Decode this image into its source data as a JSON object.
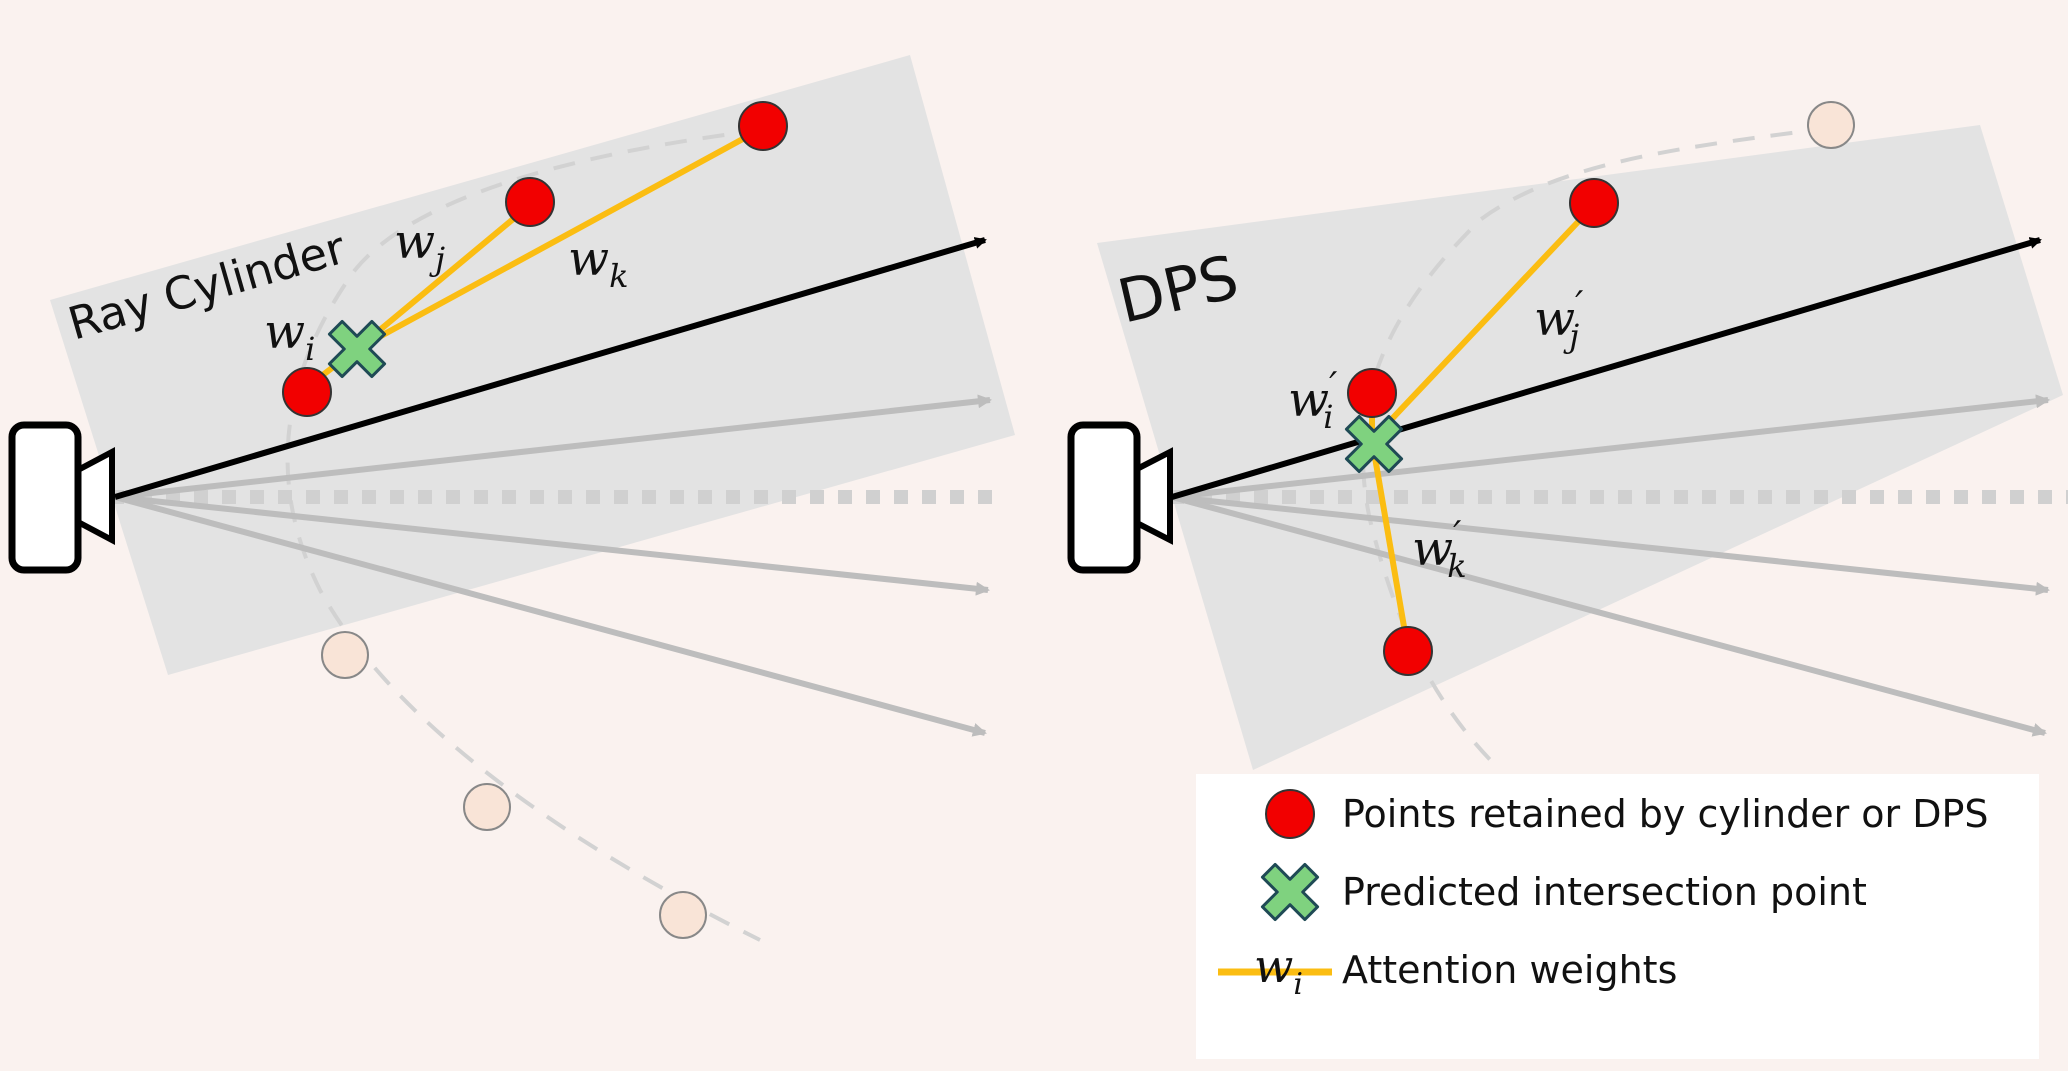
{
  "left_panel": {
    "label": "Ray Cylinder",
    "weights": [
      {
        "base": "w",
        "sub": "i",
        "prime": ""
      },
      {
        "base": "w",
        "sub": "j",
        "prime": ""
      },
      {
        "base": "w",
        "sub": "k",
        "prime": ""
      }
    ]
  },
  "right_panel": {
    "label": "DPS",
    "weights": [
      {
        "base": "w",
        "sub": "i",
        "prime": "′"
      },
      {
        "base": "w",
        "sub": "j",
        "prime": "′"
      },
      {
        "base": "w",
        "sub": "k",
        "prime": "′"
      }
    ]
  },
  "legend": {
    "items": [
      {
        "text": "Points retained by cylinder or  DPS",
        "icon": "red-point-icon"
      },
      {
        "text": "Predicted intersection point",
        "icon": "green-cross-icon"
      },
      {
        "text": "Attention weights",
        "icon": "attention-weight-line-icon",
        "symbol_base": "w",
        "symbol_sub": "i"
      }
    ]
  },
  "colors": {
    "background": "#faf2ef",
    "region": "#e3e3e3",
    "retained_point": "#f20000",
    "faded_point": "#f9e4d7",
    "cross": "#7fd27f",
    "attention": "#fbbd12",
    "main_ray": "#000000",
    "side_ray": "#bdbdbd"
  }
}
